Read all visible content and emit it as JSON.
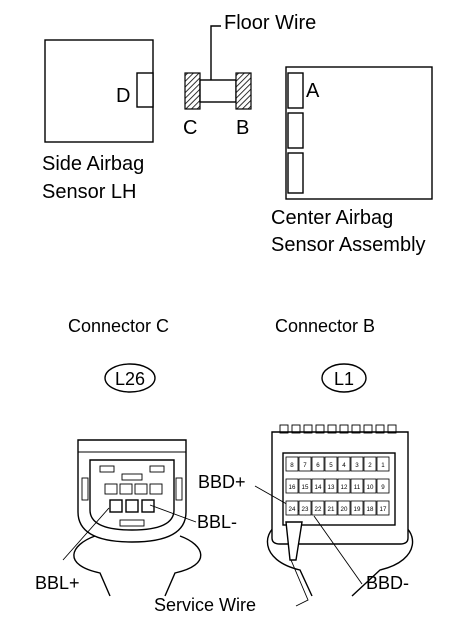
{
  "labels": {
    "floor_wire": "Floor Wire",
    "pin_d": "D",
    "pin_c": "C",
    "pin_b": "B",
    "pin_a": "A",
    "side_sensor_line1": "Side Airbag",
    "side_sensor_line2": "Sensor LH",
    "center_sensor_line1": "Center Airbag",
    "center_sensor_line2": "Sensor Assembly",
    "connector_c": "Connector C",
    "connector_b": "Connector B",
    "code_c": "L26",
    "code_b": "L1",
    "bbd_plus": "BBD+",
    "bbd_minus": "BBD-",
    "bbl_plus": "BBL+",
    "bbl_minus": "BBL-",
    "service_wire": "Service Wire"
  },
  "connector_b_pins": {
    "row1": [
      "8",
      "7",
      "6",
      "5",
      "4",
      "3",
      "2",
      "1"
    ],
    "row2": [
      "16",
      "15",
      "14",
      "13",
      "12",
      "11",
      "10",
      "9"
    ],
    "row3": [
      "24",
      "23",
      "22",
      "21",
      "20",
      "19",
      "18",
      "17"
    ]
  }
}
